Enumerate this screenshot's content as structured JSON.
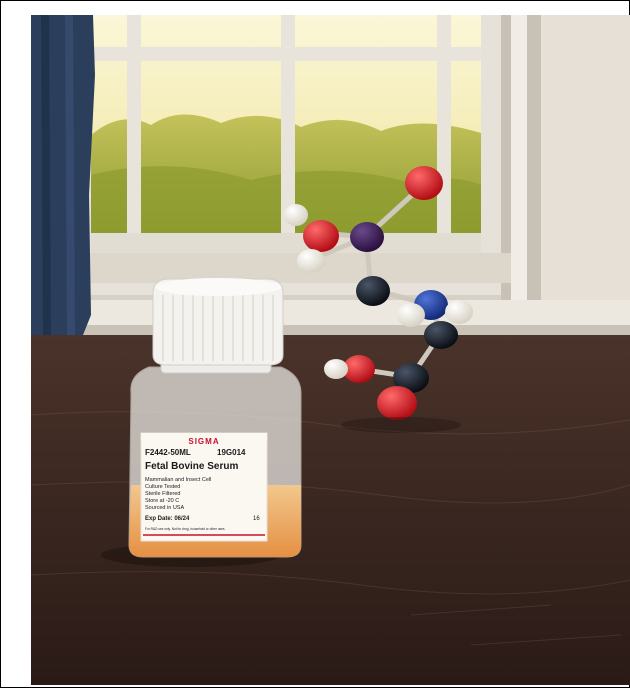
{
  "photo": {
    "colors": {
      "wall": "#d9d3c9",
      "window_frame": "#e8e4dc",
      "sky": "#f5f0b8",
      "foliage": "#a9b240",
      "curtain": "#2b3e5c",
      "table": "#3a2620",
      "serum": "#f0a55a",
      "atom_red": "#d0141e",
      "atom_black": "#111820",
      "atom_blue": "#1d3a9a",
      "atom_purple": "#3a1a5a",
      "atom_white": "#f3efe6"
    },
    "bottle_label": {
      "brand": "SIGMA",
      "catalog_number": "F2442-50ML",
      "lot_number": "19G014",
      "product_name": "Fetal Bovine Serum",
      "line1": "Mammalian and Insect Cell",
      "line2": "Culture Tested",
      "line3": "Sterile Filtered",
      "line4": "Store at -20 C",
      "line5": "Sourced in USA",
      "exp_label": "Exp Date: 06/24",
      "exp_code": "16",
      "fine_print": "For R&D use only. Not for drug, household or other uses."
    }
  }
}
